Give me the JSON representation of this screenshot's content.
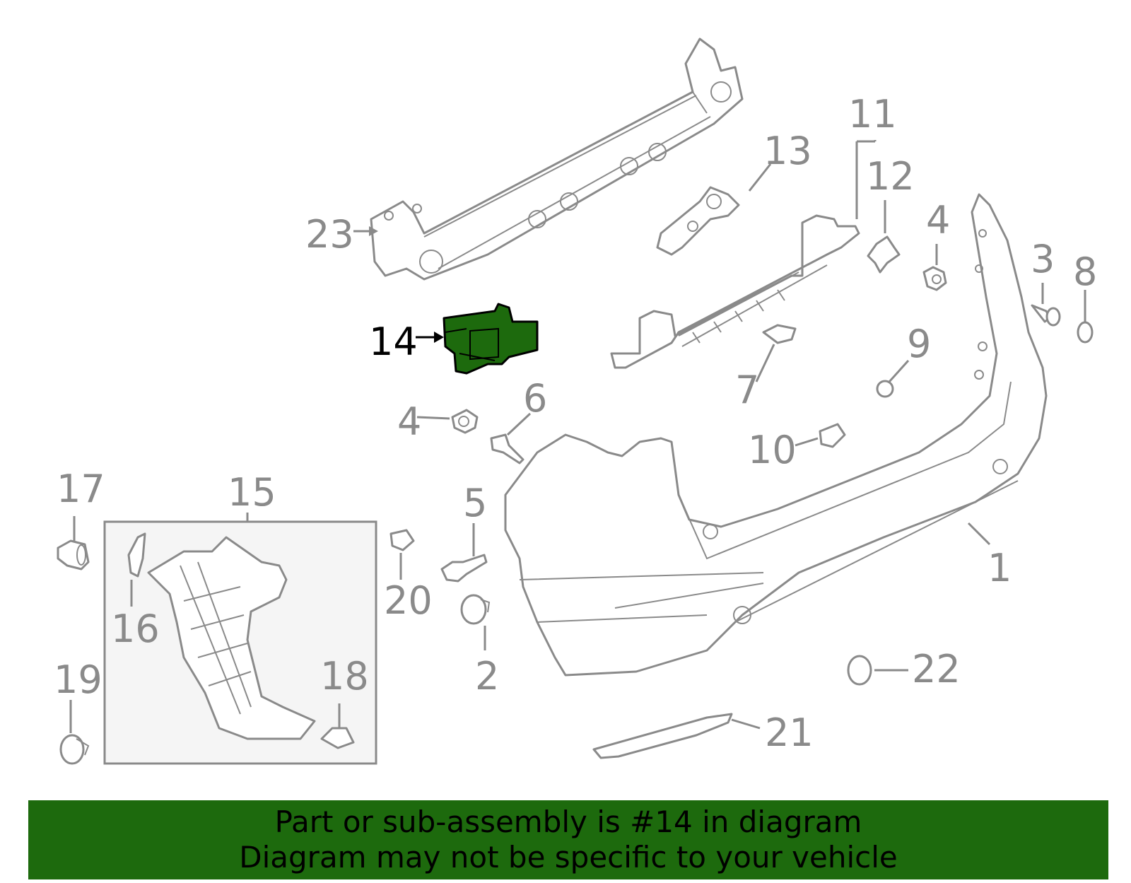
{
  "diagram": {
    "highlighted_part": "14",
    "colors": {
      "line": "#8a8a8a",
      "highlight": "#1d6a0d",
      "banner": "#1d6a0d",
      "inset_bg": "#f5f5f5"
    },
    "callouts": {
      "c1": "1",
      "c2": "2",
      "c3": "3",
      "c4a": "4",
      "c4b": "4",
      "c5": "5",
      "c6": "6",
      "c7": "7",
      "c8": "8",
      "c9": "9",
      "c10": "10",
      "c11": "11",
      "c12": "12",
      "c13": "13",
      "c14": "14",
      "c15": "15",
      "c16": "16",
      "c17": "17",
      "c18": "18",
      "c19": "19",
      "c20": "20",
      "c21": "21",
      "c22": "22",
      "c23": "23"
    }
  },
  "banner": {
    "line1": "Part or sub-assembly is #14 in diagram",
    "line2": "Diagram may not be specific to your vehicle"
  }
}
